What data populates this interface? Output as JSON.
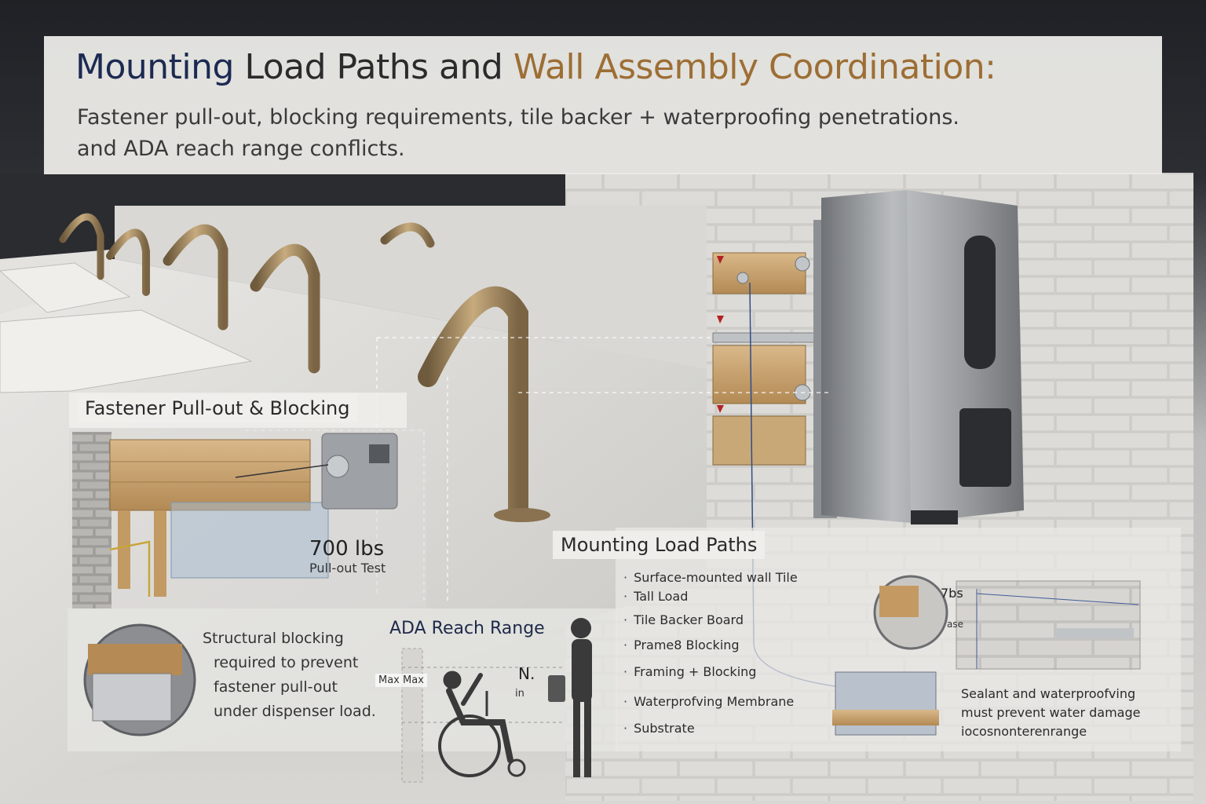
{
  "header": {
    "title_part1": "Mounting",
    "title_part2": "Load Paths and",
    "title_part3": "Wall Assembly Coordination:",
    "subtitle_line1": "Fastener pull-out, blocking requirements, tile backer + waterproofing penetrations.",
    "subtitle_line2": "and ADA reach range conflicts.",
    "colors": {
      "navy": "#1c2a52",
      "dark": "#2b2b2b",
      "bronze": "#9d6e34"
    }
  },
  "fastener_panel": {
    "heading": "Fastener Pull-out & Blocking",
    "test_value": "700 lbs",
    "test_label": "Pull-out Test",
    "note_lines": [
      "Structural blocking",
      "required to prevent",
      "fastener pull-out",
      "under dispenser load."
    ]
  },
  "ada_panel": {
    "heading": "ADA Reach Range",
    "label_max": "Max Max",
    "label_n": "N.",
    "label_in": "in",
    "icons": [
      "wheelchair-user-icon",
      "standing-person-icon"
    ]
  },
  "load_paths_panel": {
    "heading": "Mounting Load Paths",
    "items": [
      "Surface-mounted wall Tile",
      "Tall Load",
      "Tile Backer Board",
      "Prame8 Blocking",
      "Framing + Blocking",
      "Waterprofving Membrane",
      "Substrate"
    ]
  },
  "detail_panel": {
    "callout": "7bs",
    "callout_sub": "ase",
    "note_lines": [
      "Sealant and waterproofving",
      "must prevent water damage",
      "iocosnonterenrange"
    ]
  }
}
